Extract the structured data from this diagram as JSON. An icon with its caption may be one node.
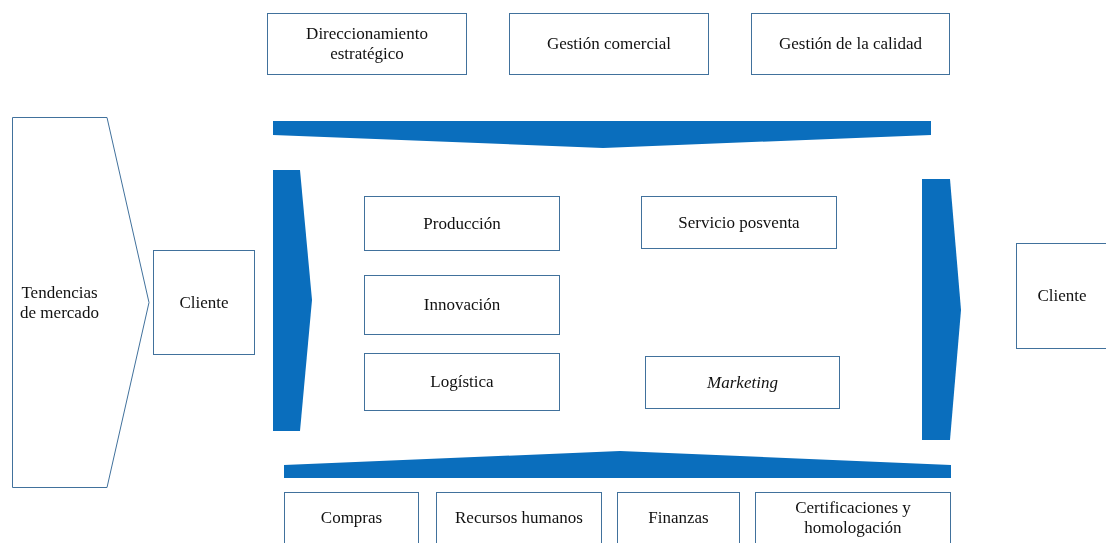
{
  "diagram": {
    "nodes": [
      {
        "text": [
          "Direccionamiento estratégico"
        ]
      },
      {
        "text": [
          "Gestión comercial"
        ]
      },
      {
        "text": [
          "Gestión de la calidad"
        ]
      },
      {
        "text": [
          "Tendencias de mercado"
        ]
      },
      {
        "text": [
          "Cliente"
        ]
      },
      {
        "text": [
          "Producción"
        ]
      },
      {
        "text": [
          "Servicio posventa"
        ]
      },
      {
        "text": [
          "Innovación"
        ]
      },
      {
        "text": [
          "Logística"
        ]
      },
      {
        "text": [
          "Marketing"
        ]
      },
      {
        "text": [
          "Cliente"
        ]
      },
      {
        "text": [
          "Compras"
        ]
      },
      {
        "text": [
          "Recursos humanos"
        ]
      },
      {
        "text": [
          "Finanzas"
        ]
      },
      {
        "text": [
          "Certificaciones y homologación"
        ]
      }
    ]
  }
}
